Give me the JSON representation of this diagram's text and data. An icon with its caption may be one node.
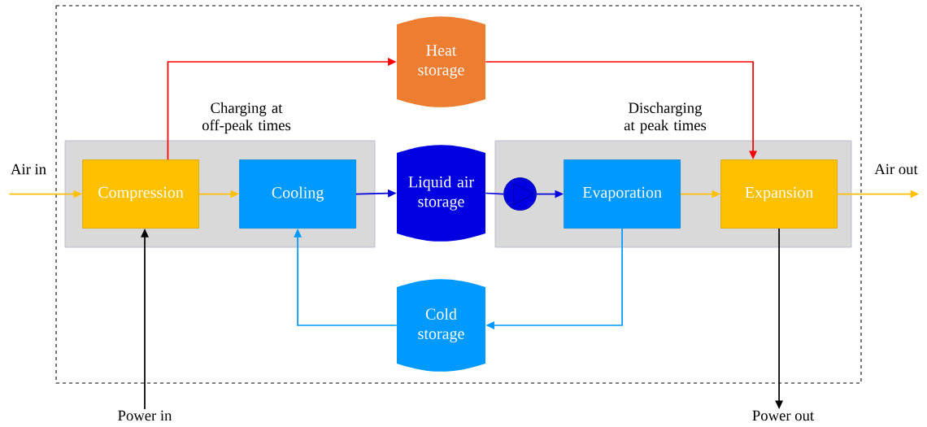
{
  "diagram": {
    "nodes": [
      {
        "text": [
          "Charging at off-peak times"
        ]
      },
      {
        "text": [
          "Compression"
        ],
        "in": 0
      },
      {
        "text": [
          "Cooling"
        ],
        "in": 0
      },
      {
        "text": [
          "Heat storage"
        ]
      },
      {
        "text": [
          "Liquid air storage"
        ]
      },
      {
        "text": [
          "Discharging at peak times"
        ]
      },
      {
        "text": [],
        "shape": "circle",
        "in": 5
      },
      {
        "text": [
          "Evaporation"
        ],
        "in": 5
      },
      {
        "text": [
          "Expansion"
        ],
        "in": 5
      },
      {
        "text": [
          "Cold storage"
        ]
      },
      {
        "text": [
          "Air in"
        ]
      },
      {
        "text": [
          "Air out"
        ]
      },
      {
        "text": [
          "Power in"
        ]
      },
      {
        "text": [
          "Power out"
        ]
      }
    ],
    "edges": [
      {
        "from": 10,
        "to": 1,
        "arrow": "to"
      },
      {
        "from": 1,
        "to": 2,
        "arrow": "to"
      },
      {
        "from": 1,
        "to": 3,
        "arrow": "to",
        "color": "#ff0000"
      },
      {
        "from": 3,
        "to": 8,
        "arrow": "to",
        "color": "#ff0000"
      },
      {
        "from": 2,
        "to": 4,
        "arrow": "to",
        "color": "#0000e0"
      },
      {
        "from": 4,
        "to": 6,
        "arrow": "none",
        "color": "#0000e0"
      },
      {
        "from": 6,
        "to": 7,
        "arrow": "to",
        "color": "#0000e0"
      },
      {
        "from": 7,
        "to": 8,
        "arrow": "to"
      },
      {
        "from": 8,
        "to": 11,
        "arrow": "to"
      },
      {
        "from": 7,
        "to": 9,
        "arrow": "to",
        "color": "#0099ff"
      },
      {
        "from": 9,
        "to": 2,
        "arrow": "to",
        "color": "#0099ff"
      },
      {
        "from": 12,
        "to": 1,
        "arrow": "to",
        "color": "#000000"
      },
      {
        "from": 8,
        "to": 13,
        "arrow": "to",
        "color": "#000000"
      }
    ]
  }
}
